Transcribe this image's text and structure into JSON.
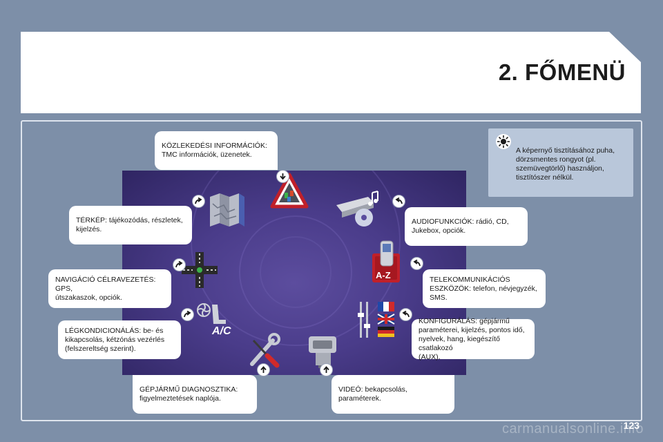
{
  "page": {
    "title": "2. FŐMENÜ",
    "page_number": "123",
    "watermark": "carmanualsonline.info"
  },
  "tip": {
    "text": "A képernyő tisztításához puha,\ndörzsmentes rongyot (pl.\nszemüvegtörlő) használjon,\ntisztítószer nélkül.",
    "icon": "sun-icon"
  },
  "menu": {
    "traffic": {
      "label": "KÖZLEKEDÉSI INFORMÁCIÓK:\nTMC információk, üzenetek.",
      "icon": "traffic-warning-icon"
    },
    "map": {
      "label": "TÉRKÉP: tájékozódás, részletek,\nkijelzés.",
      "icon": "folded-map-icon"
    },
    "navigation": {
      "label": "NAVIGÁCIÓ CÉLRAVEZETÉS: GPS,\nútszakaszok, opciók.",
      "icon": "crossroads-icon"
    },
    "climate": {
      "label": "LÉGKONDICIONÁLÁS: be- és\nkikapcsolás, kétzónás vezérlés\n(felszereltség szerint).",
      "icon": "ac-seat-fan-icon",
      "icon_text": "A/C"
    },
    "diagnostics": {
      "label": "GÉPJÁRMŰ DIAGNOSZTIKA:\nfigyelmeztetések naplója.",
      "icon": "wrench-screwdriver-icon"
    },
    "video": {
      "label": "VIDEÓ: bekapcsolás, paraméterek.",
      "icon": "video-camera-icon"
    },
    "audio": {
      "label": "AUDIOFUNKCIÓK: rádió, CD,\nJukebox, opciók.",
      "icon": "radio-cd-icon"
    },
    "telecom": {
      "label": "TELEKOMMUNIKÁCIÓS\nESZKÖZÖK: telefon, névjegyzék,\nSMS.",
      "icon": "phone-book-icon",
      "icon_text": "A-Z"
    },
    "config": {
      "label": "KONFIGURÁLÁS: gépjármű\nparaméterei, kijelzés, pontos idő,\nnyelvek, hang, kiegészítő csatlakozó\n(AUX).",
      "icon": "settings-flags-icon"
    }
  }
}
